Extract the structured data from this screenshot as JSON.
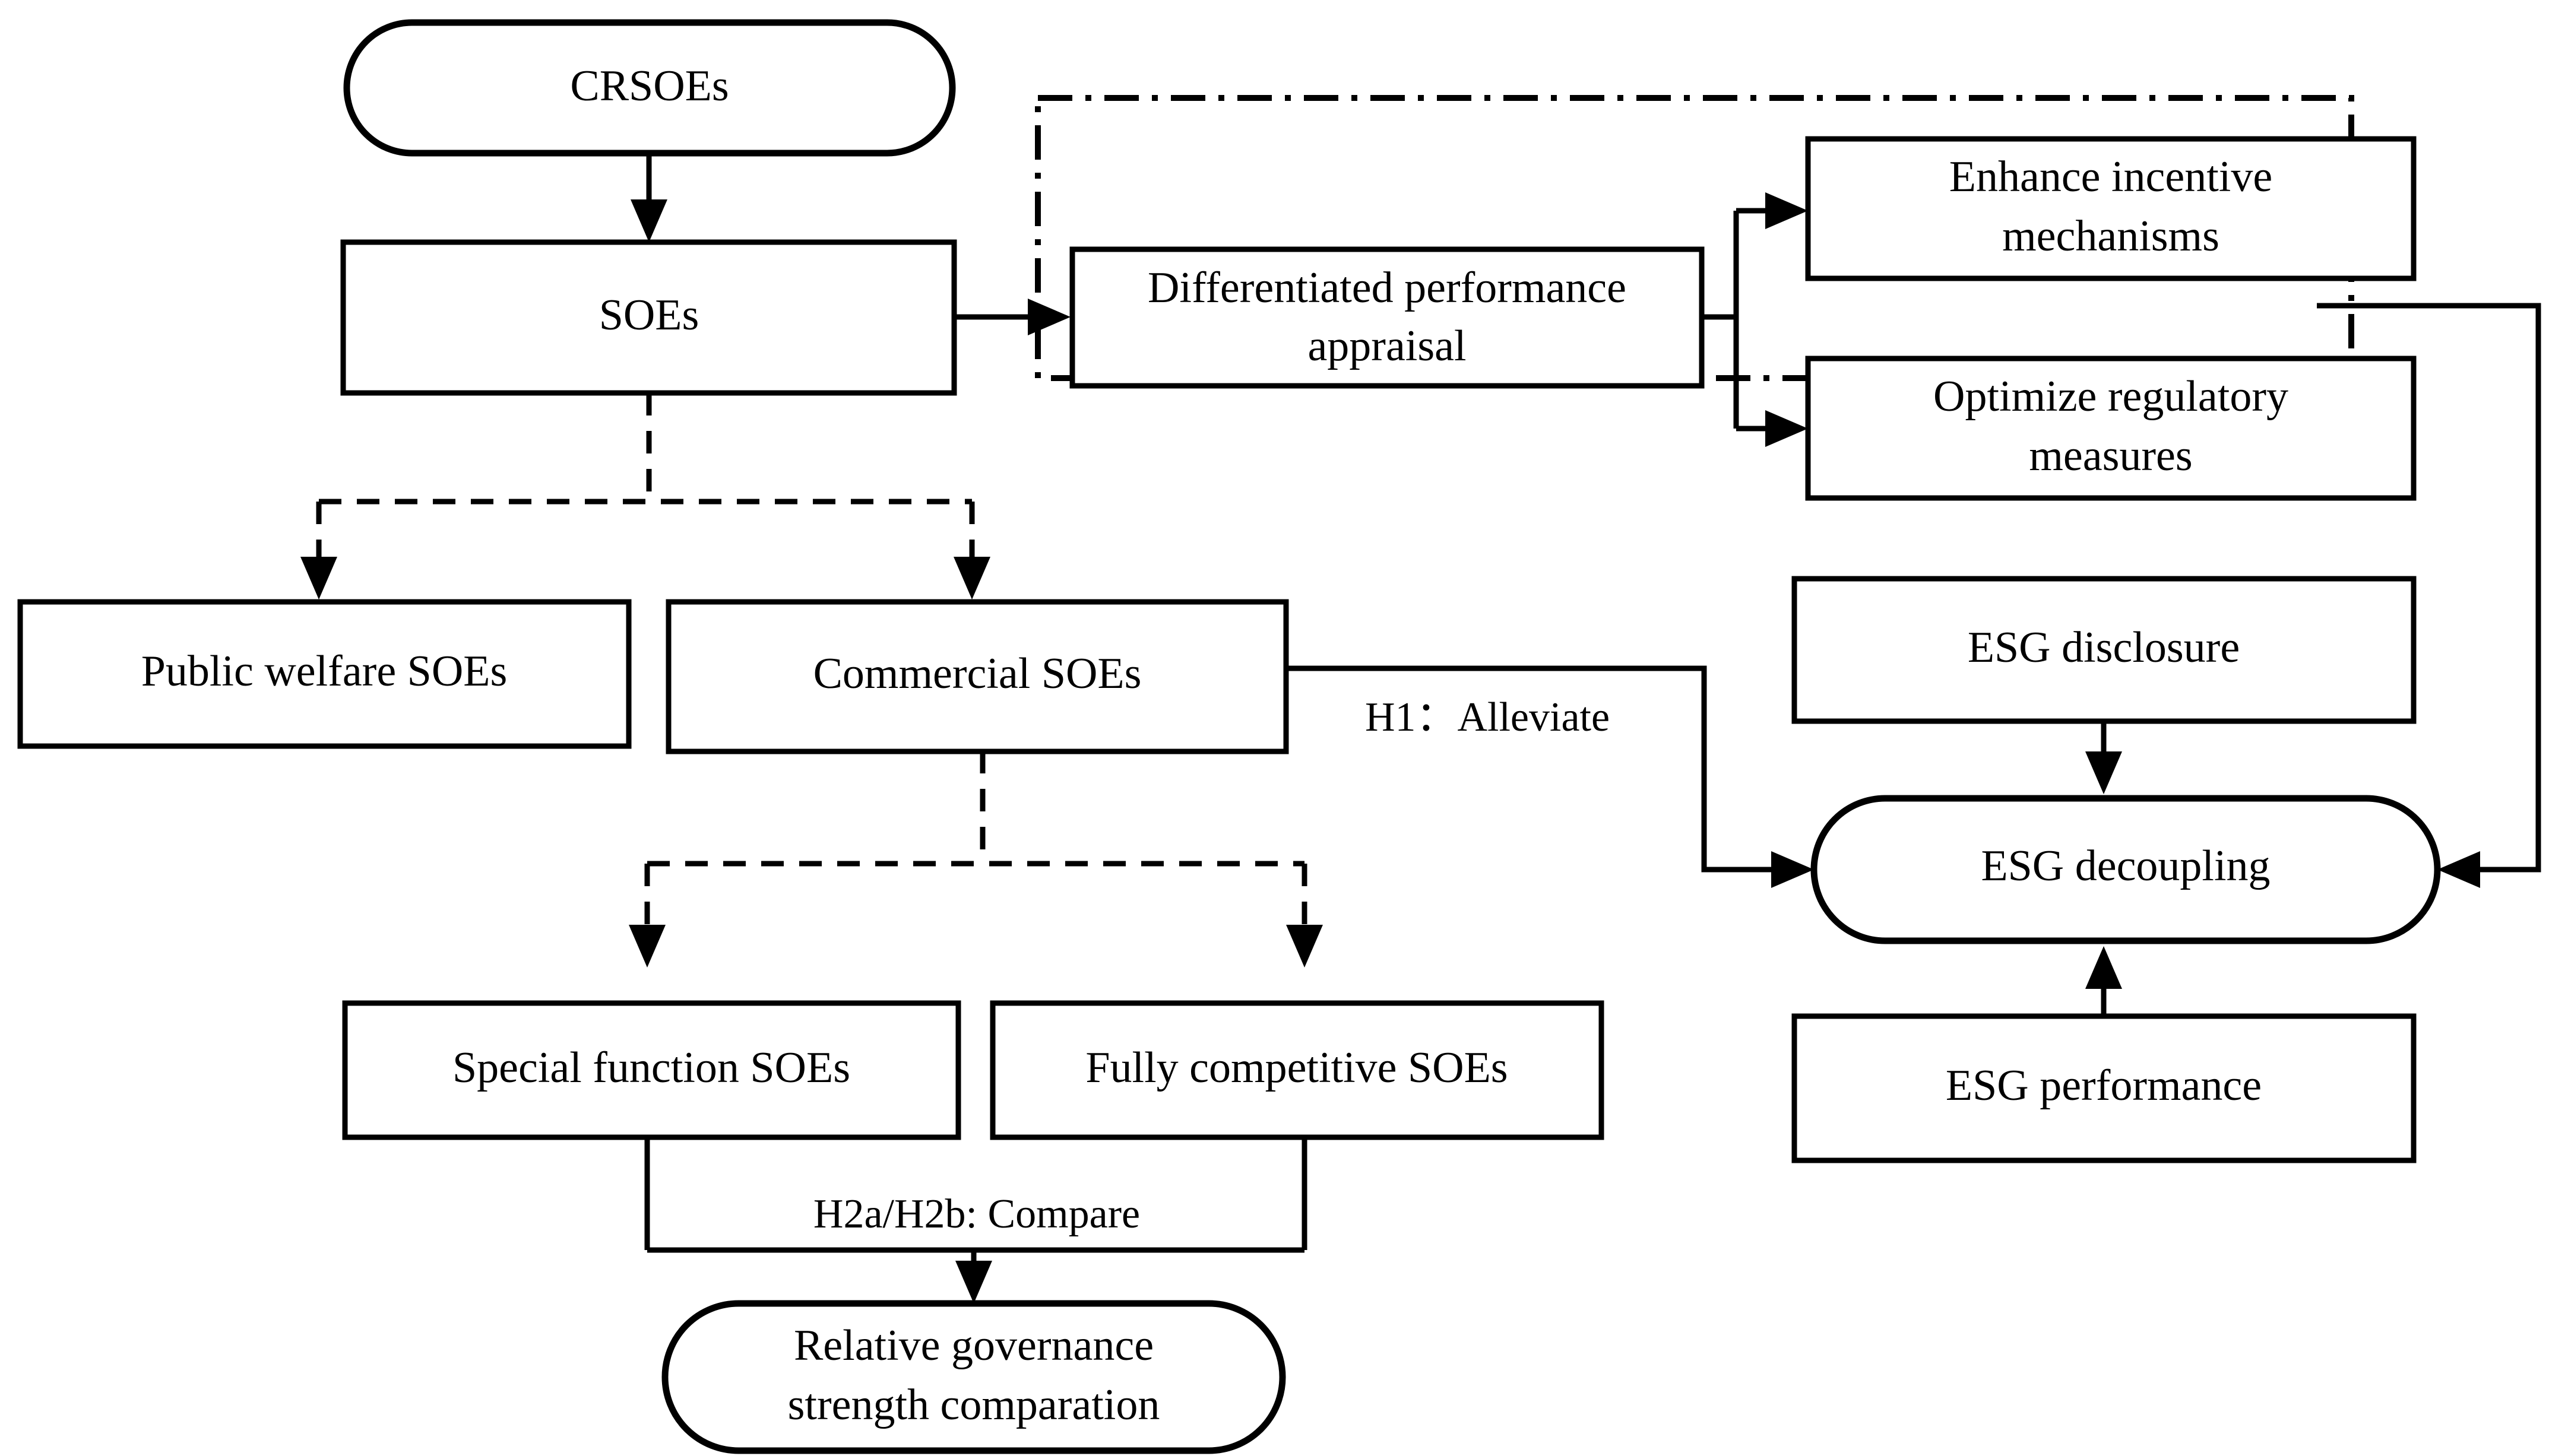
{
  "diagram": {
    "title": "CRSOEs ESG decoupling research framework",
    "colors": {
      "stroke": "#000000",
      "background": "#ffffff",
      "text": "#000000"
    },
    "nodes": {
      "crsoes": {
        "label": "CRSOEs",
        "shape": "stadium"
      },
      "soes": {
        "label": "SOEs",
        "shape": "rect"
      },
      "public_welfare_soes": {
        "label": "Public welfare SOEs",
        "shape": "rect"
      },
      "commercial_soes": {
        "label": "Commercial SOEs",
        "shape": "rect"
      },
      "special_function_soes": {
        "label": "Special function SOEs",
        "shape": "rect"
      },
      "fully_competitive_soes": {
        "label": "Fully competitive SOEs",
        "shape": "rect"
      },
      "relative_governance": {
        "label_line1": "Relative governance",
        "label_line2": "strength comparation",
        "shape": "stadium"
      },
      "differentiated_appraisal": {
        "label_line1": "Differentiated performance",
        "label_line2": "appraisal",
        "shape": "rect"
      },
      "enhance_incentive": {
        "label_line1": "Enhance incentive",
        "label_line2": "mechanisms",
        "shape": "rect"
      },
      "optimize_regulatory": {
        "label_line1": "Optimize regulatory",
        "label_line2": "measures",
        "shape": "rect"
      },
      "esg_disclosure": {
        "label": "ESG disclosure",
        "shape": "rect"
      },
      "esg_decoupling": {
        "label": "ESG decoupling",
        "shape": "stadium"
      },
      "esg_performance": {
        "label": "ESG performance",
        "shape": "rect"
      }
    },
    "edge_labels": {
      "h1": "H1：Alleviate",
      "h2": "H2a/H2b: Compare"
    },
    "groups": {
      "policy_implications": {
        "style": "dash-dot-border"
      }
    }
  }
}
